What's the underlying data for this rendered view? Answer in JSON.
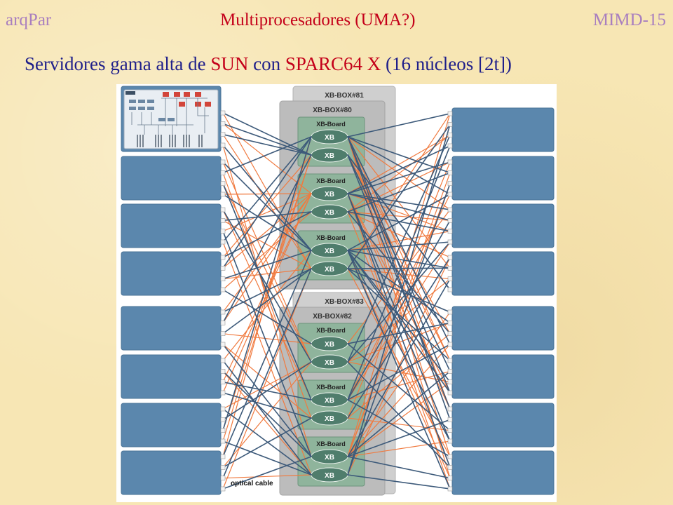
{
  "header": {
    "left": "arqPar",
    "center": "Multiprocesadores (UMA?)",
    "right": "MIMD-15"
  },
  "subtitle": {
    "part1": "Servidores gama alta de ",
    "brand": "SUN",
    "part2": " con ",
    "cpu": "SPARC64 X",
    "part3": " (16 núcleos [2t])"
  },
  "diagram": {
    "boxes": [
      {
        "label": "XB-BOX#81"
      },
      {
        "label": "XB-BOX#80"
      },
      {
        "label": "XB-BOX#83"
      },
      {
        "label": "XB-BOX#82"
      }
    ],
    "board_label": "XB-Board",
    "chip_label": "XB",
    "legend": "optical cable",
    "colors": {
      "panel": "#5b87ad",
      "board": "#8fb49c",
      "chip": "#4f7d6c",
      "box": "#c4c4c4",
      "cable_blue": "#3d5a7a",
      "cable_orange": "#f07a3f"
    }
  }
}
